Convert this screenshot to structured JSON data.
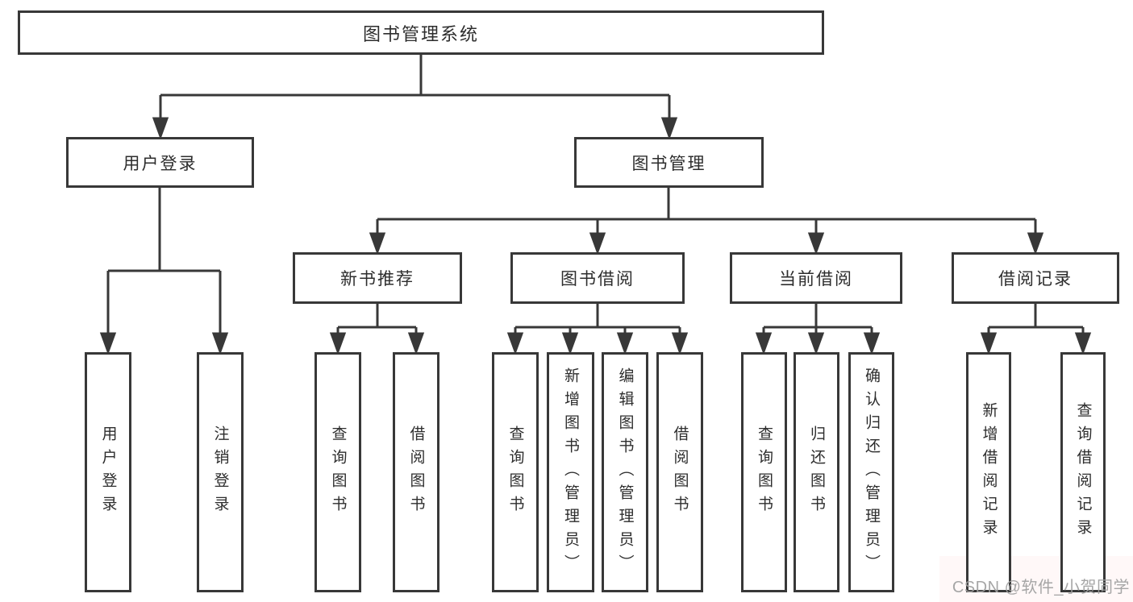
{
  "diagram": {
    "tree": {
      "label": "图书管理系统",
      "children": [
        {
          "label": "用户登录",
          "children": [
            {
              "label": "用户登录"
            },
            {
              "label": "注销登录"
            }
          ]
        },
        {
          "label": "图书管理",
          "children": [
            {
              "label": "新书推荐",
              "children": [
                {
                  "label": "查询图书"
                },
                {
                  "label": "借阅图书"
                }
              ]
            },
            {
              "label": "图书借阅",
              "children": [
                {
                  "label": "查询图书"
                },
                {
                  "label": "新增图书（管理员）"
                },
                {
                  "label": "编辑图书（管理员）"
                },
                {
                  "label": "借阅图书"
                }
              ]
            },
            {
              "label": "当前借阅",
              "children": [
                {
                  "label": "查询图书"
                },
                {
                  "label": "归还图书"
                },
                {
                  "label": "确认归还（管理员）"
                }
              ]
            },
            {
              "label": "借阅记录",
              "children": [
                {
                  "label": "新增借阅记录"
                },
                {
                  "label": "查询借阅记录"
                }
              ]
            }
          ]
        }
      ]
    },
    "watermark": "CSDN @软件_小贺同学",
    "colors": {
      "line": "#383838",
      "text": "#2d2d2d",
      "background": "#ffffff",
      "watermark": "#9e9e9e"
    }
  }
}
